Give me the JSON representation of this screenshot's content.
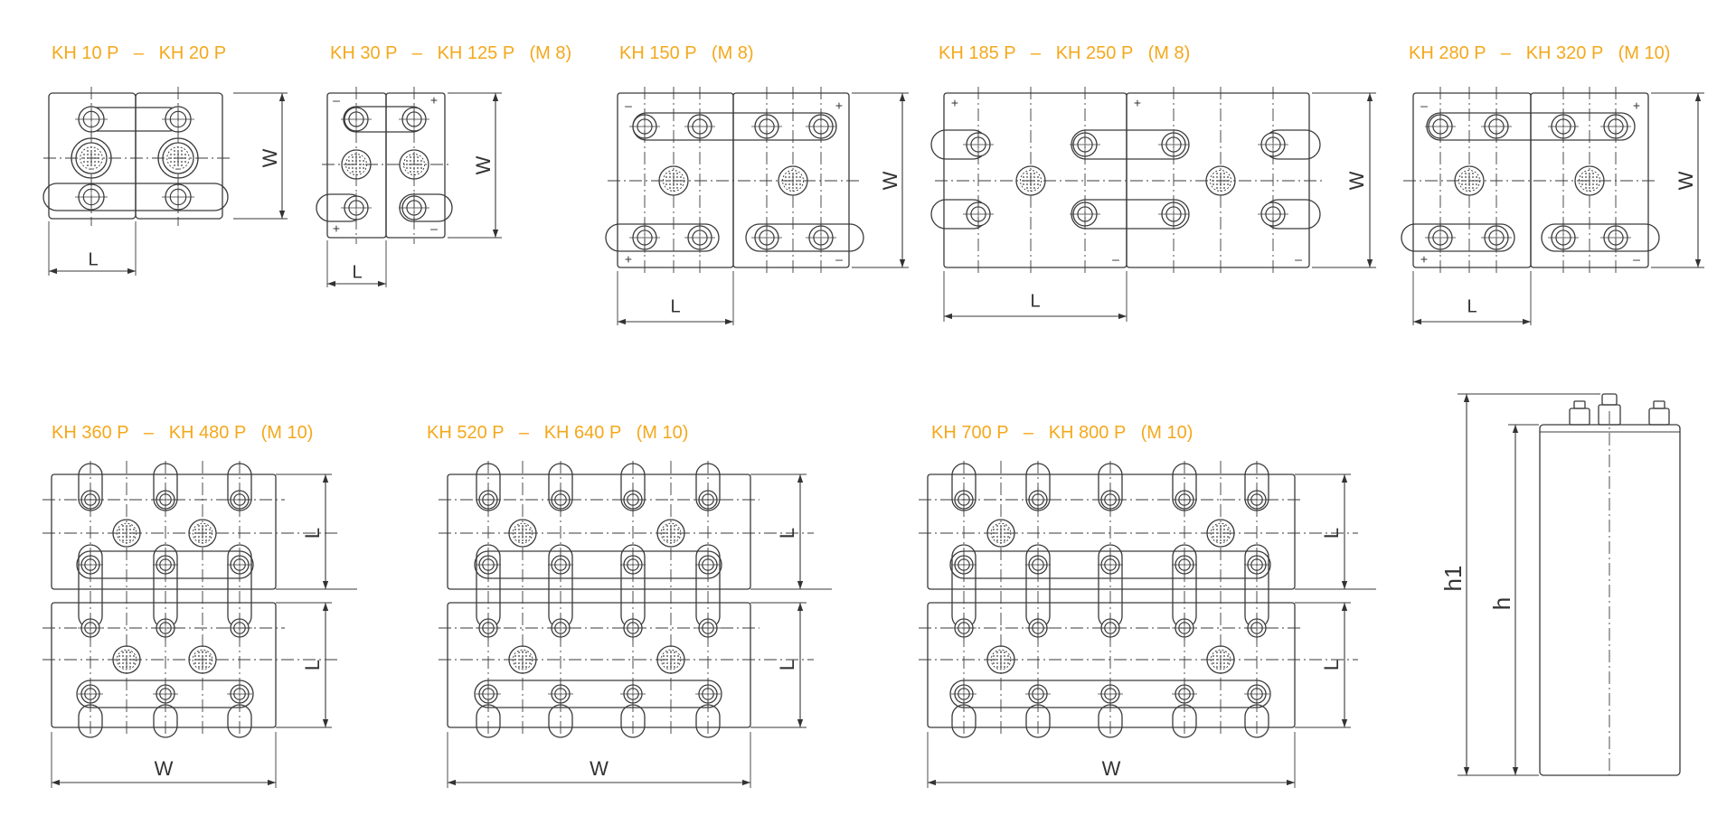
{
  "accent_color": "#f4a81c",
  "line_color": "#3a3a3a",
  "labels": {
    "d1": "KH 10 P   –   KH 20 P",
    "d2": "KH 30 P   –   KH 125 P   (M 8)",
    "d3": "KH 150 P   (M 8)",
    "d4": "KH 185 P   –   KH 250 P   (M 8)",
    "d5": "KH 280 P   –   KH 320 P   (M 10)",
    "d6": "KH 360 P   –   KH 480 P   (M 10)",
    "d7": "KH 520 P   –   KH 640 P   (M 10)",
    "d8": "KH 700 P   –   KH 800 P   (M 10)"
  },
  "dims": {
    "W": "W",
    "L": "L",
    "h": "h",
    "h1": "h1",
    "plus": "+",
    "minus": "–"
  }
}
